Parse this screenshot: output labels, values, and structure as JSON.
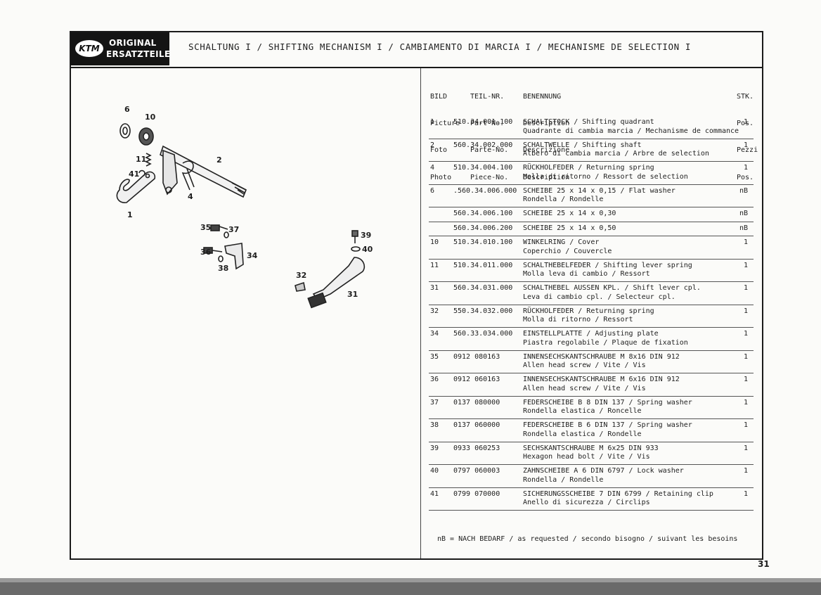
{
  "logo": {
    "brand": "KTM",
    "line1": "ORIGINAL",
    "line2": "ERSATZTEILE"
  },
  "title": "SCHALTUNG I / SHIFTING MECHANISM I / CAMBIAMENTO DI MARCIA I /  MECHANISME DE SELECTION I",
  "columns": {
    "bild": [
      "BILD",
      "Picture",
      "Foto",
      "Photo"
    ],
    "part": [
      "TEIL-NR.",
      "Part-No.",
      "Parte-No.",
      "Piece-No."
    ],
    "desc": [
      "BENENNUNG",
      "Description",
      "Descrizione",
      "Description"
    ],
    "qty": [
      "STK.",
      "Pos.",
      "Pezzi",
      "Pos."
    ]
  },
  "rows": [
    {
      "bild": "1",
      "part": "510.34.001.100",
      "desc1": "SCHALTSTOCK / Shifting quadrant",
      "desc2": "Quadrante di cambia marcia / Mechanisme de commance",
      "qty": "1"
    },
    {
      "bild": "2",
      "part": "560.34.002.000",
      "desc1": "SCHALTWELLE / Shifting shaft",
      "desc2": "Albero di cambia marcia / Arbre de selection",
      "qty": "1"
    },
    {
      "bild": "4",
      "part": "510.34.004.100",
      "desc1": "RÜCKHOLFEDER / Returning spring",
      "desc2": "Molla di ritorno / Ressort de selection",
      "qty": "1"
    },
    {
      "bild": "6",
      "part": ".560.34.006.000",
      "desc1": "SCHEIBE 25 x 14 x 0,15 / Flat washer",
      "desc2": "Rondella / Rondelle",
      "qty": "nB"
    },
    {
      "bild": "",
      "part": "560.34.006.100",
      "desc1": "SCHEIBE 25 x 14 x 0,30",
      "desc2": "",
      "qty": "nB"
    },
    {
      "bild": "",
      "part": "560.34.006.200",
      "desc1": "SCHEIBE 25 x 14 x 0,50",
      "desc2": "",
      "qty": "nB"
    },
    {
      "bild": "10",
      "part": "510.34.010.100",
      "desc1": "WINKELRING / Cover",
      "desc2": "Coperchio / Couvercle",
      "qty": "1"
    },
    {
      "bild": "11",
      "part": "510.34.011.000",
      "desc1": "SCHALTHEBELFEDER / Shifting lever spring",
      "desc2": "Molla leva di cambio / Ressort",
      "qty": "1"
    },
    {
      "bild": "31",
      "part": "560.34.031.000",
      "desc1": "SCHALTHEBEL AUSSEN KPL. / Shift lever cpl.",
      "desc2": "Leva di cambio cpl. / Selecteur cpl.",
      "qty": "1"
    },
    {
      "bild": "32",
      "part": "550.34.032.000",
      "desc1": "RÜCKHOLFEDER / Returning spring",
      "desc2": "Molla di ritorno / Ressort",
      "qty": "1"
    },
    {
      "bild": "34",
      "part": "560.33.034.000",
      "desc1": "EINSTELLPLATTE / Adjusting plate",
      "desc2": "Piastra regolabile / Plaque de fixation",
      "qty": "1"
    },
    {
      "bild": "35",
      "part": "0912 080163",
      "desc1": "INNENSECHSKANTSCHRAUBE M 8x16 DIN 912",
      "desc2": "Allen head screw / Vite / Vis",
      "qty": "1"
    },
    {
      "bild": "36",
      "part": "0912 060163",
      "desc1": "INNENSECHSKANTSCHRAUBE M 6x16 DIN 912",
      "desc2": "Allen head screw / Vite / Vis",
      "qty": "1"
    },
    {
      "bild": "37",
      "part": "0137 080000",
      "desc1": "FEDERSCHEIBE B 8 DIN 137 / Spring washer",
      "desc2": "Rondella elastica / Roncelle",
      "qty": "1"
    },
    {
      "bild": "38",
      "part": "0137 060000",
      "desc1": "FEDERSCHEIBE B 6 DIN 137 / Spring washer",
      "desc2": "Rondella elastica / Rondelle",
      "qty": "1"
    },
    {
      "bild": "39",
      "part": "0933 060253",
      "desc1": "SECHSKANTSCHRAUBE M 6x25 DIN 933",
      "desc2": "Hexagon head bolt / Vite / Vis",
      "qty": "1"
    },
    {
      "bild": "40",
      "part": "0797 060003",
      "desc1": "ZAHNSCHEIBE A 6 DIN 6797 / Lock washer",
      "desc2": "Rondella / Rondelle",
      "qty": "1"
    },
    {
      "bild": "41",
      "part": "0799 070000",
      "desc1": "SICHERUNGSSCHEIBE 7 DIN 6799 / Retaining clip",
      "desc2": "Anello di sicurezza / Circlips",
      "qty": "1"
    }
  ],
  "footnote": "nB = NACH BEDARF / as requested / secondo bisogno / suivant les besoins",
  "page_number": "31",
  "callouts": [
    "6",
    "10",
    "11",
    "41",
    "2",
    "4",
    "1",
    "35",
    "37",
    "36",
    "34",
    "38",
    "39",
    "40",
    "32",
    "31"
  ]
}
